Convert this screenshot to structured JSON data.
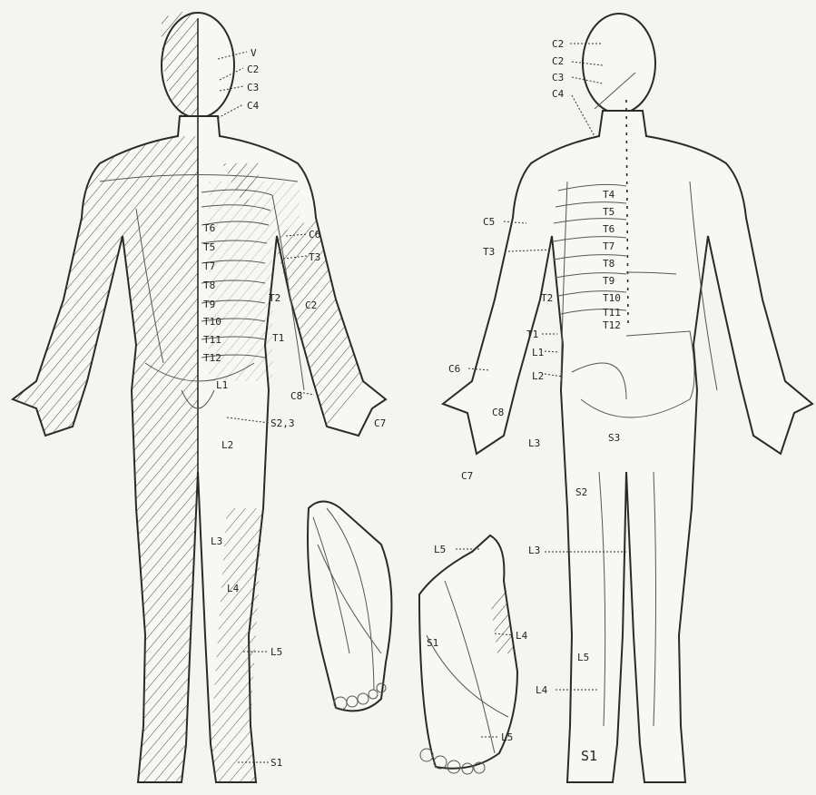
{
  "front": {
    "labels": [
      "V",
      "C2",
      "C3",
      "C4",
      "T6",
      "T5",
      "T7",
      "T8",
      "T9",
      "T10",
      "T11",
      "T12",
      "L1",
      "C6",
      "T3",
      "T2",
      "C2",
      "T1",
      "C8",
      "S2,3",
      "C7",
      "L2",
      "L3",
      "L4",
      "L5",
      "S1"
    ]
  },
  "back": {
    "labels": [
      "C2",
      "C2",
      "C3",
      "C4",
      "C5",
      "T3",
      "T4",
      "T5",
      "T6",
      "T7",
      "T8",
      "T9",
      "T10",
      "T11",
      "T12",
      "T2",
      "T1",
      "L1",
      "L2",
      "C6",
      "C8",
      "C7",
      "L3",
      "S3",
      "S2",
      "L3",
      "L5",
      "L4",
      "S1"
    ]
  },
  "sole_left": {
    "labels": []
  },
  "sole_right": {
    "labels": [
      "L5",
      "S1",
      "L4",
      "L5"
    ]
  },
  "colors": {
    "line": "#2a2a2a",
    "paper": "#f4f4f1"
  }
}
